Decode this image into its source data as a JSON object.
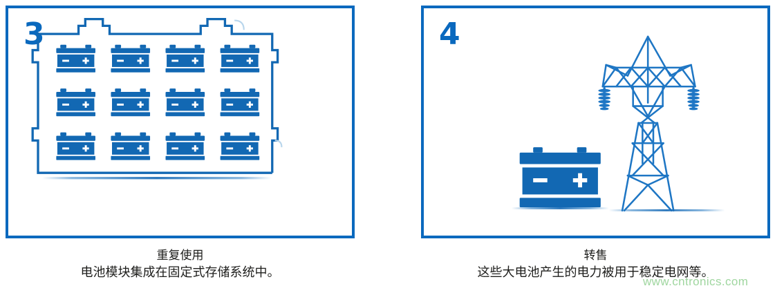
{
  "accent_color": "#0A69BE",
  "battery_fill": "#1268B3",
  "tower_stroke": "#1E76C4",
  "watermark_color": "#8fcf8f",
  "background": "#ffffff",
  "steps": [
    {
      "number": "3",
      "title": "重复使用",
      "body": "电池模块集成在固定式存储系统中。",
      "illustration": "battery-rack-enclosure",
      "battery_rows": 3,
      "battery_cols": 4,
      "battery_count": "12",
      "terminal_minus": "−",
      "terminal_plus": "+"
    },
    {
      "number": "4",
      "title": "转售",
      "body": "这些大电池产生的电力被用于稳定电网等。",
      "illustration": "battery-and-transmission-tower",
      "battery_count": "1",
      "terminal_minus": "−",
      "terminal_plus": "+"
    }
  ],
  "watermark": {
    "text": "www.cntronics.com"
  }
}
